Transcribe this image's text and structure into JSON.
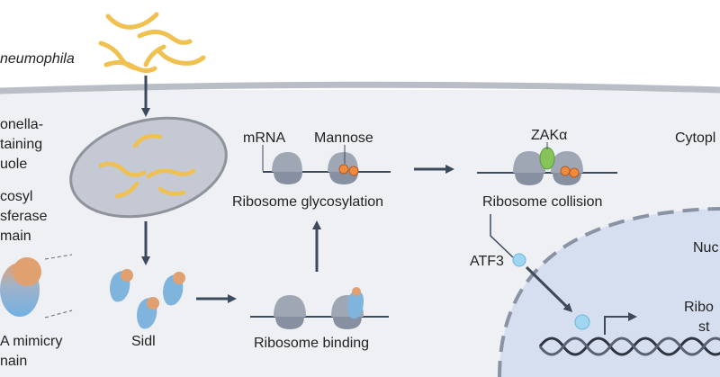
{
  "labels": {
    "bacterium_name": "neumophila",
    "vacuole": [
      "onella-",
      "taining",
      "uole"
    ],
    "domain_glyco": [
      "cosyl",
      "sferase",
      "main"
    ],
    "domain_mimicry": [
      "A mimicry",
      "nain"
    ],
    "sidl": "Sidl",
    "mrna": "mRNA",
    "mannose": "Mannose",
    "glycosylation": "Ribosome glycosylation",
    "binding": "Ribosome binding",
    "zak": "ZAKα",
    "collision": "Ribosome collision",
    "cytoplasm": "Cytopl",
    "atf3": "ATF3",
    "nucleus": "Nuc",
    "ribo_line1": "Ribo",
    "ribo_line2": "st"
  },
  "colors": {
    "background_top": "#ffffff",
    "cytoplasm": "#eef0f4",
    "membrane": "#b8bdc6",
    "vacuole_fill": "#c4c9d3",
    "vacuole_stroke": "#8e939c",
    "bacterium": "#f0c050",
    "ribosome": "#9fa7b5",
    "nucleus": "#d6dff0",
    "mannose": "#f08a3e",
    "zak": "#86c45a",
    "atf3": "#9fd7f3",
    "arrow": "#3c4a5c"
  }
}
